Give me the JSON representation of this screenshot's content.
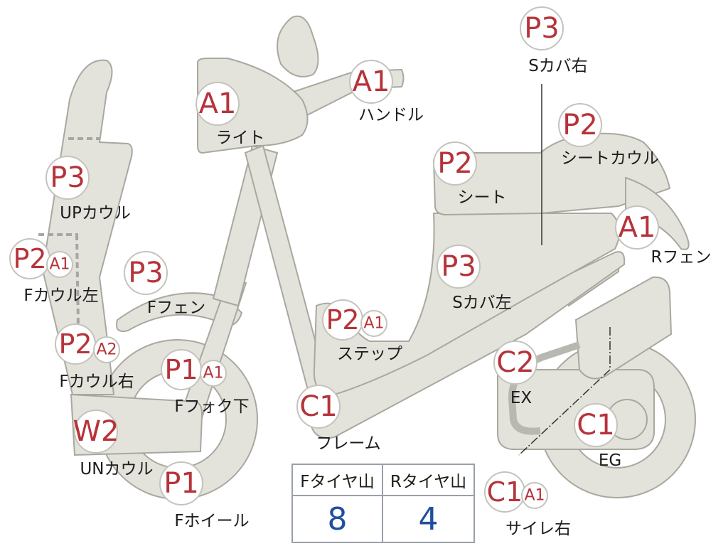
{
  "parts": [
    {
      "id": "light",
      "grade": "A1",
      "label": "ライト"
    },
    {
      "id": "handle",
      "grade": "A1",
      "label": "ハンドル"
    },
    {
      "id": "scover-right",
      "grade": "P3",
      "label": "Sカバ右"
    },
    {
      "id": "seat-cowl",
      "grade": "P2",
      "label": "シートカウル"
    },
    {
      "id": "seat",
      "grade": "P2",
      "label": "シート"
    },
    {
      "id": "r-fender",
      "grade": "A1",
      "label": "Rフェン"
    },
    {
      "id": "up-cowl",
      "grade": "P3",
      "label": "UPカウル"
    },
    {
      "id": "f-cowl-left",
      "grade": "P2",
      "grade2": "A1",
      "label": "Fカウル左"
    },
    {
      "id": "f-fender",
      "grade": "P3",
      "label": "Fフェン"
    },
    {
      "id": "scover-left",
      "grade": "P3",
      "label": "Sカバ左"
    },
    {
      "id": "step",
      "grade": "P2",
      "grade2": "A1",
      "label": "ステップ"
    },
    {
      "id": "f-cowl-right",
      "grade": "P2",
      "grade2": "A2",
      "label": "Fカウル右"
    },
    {
      "id": "f-fork-lower",
      "grade": "P1",
      "grade2": "A1",
      "label": "Fフォク下"
    },
    {
      "id": "exhaust",
      "grade": "C2",
      "label": "EX"
    },
    {
      "id": "frame",
      "grade": "C1",
      "label": "フレーム"
    },
    {
      "id": "engine",
      "grade": "C1",
      "label": "EG"
    },
    {
      "id": "under-cowl",
      "grade": "W2",
      "label": "UNカウル"
    },
    {
      "id": "f-wheel",
      "grade": "P1",
      "label": "Fホイール"
    },
    {
      "id": "muffler-right",
      "grade": "C1",
      "grade2": "A1",
      "label": "サイレ右"
    }
  ],
  "tread_table": {
    "headers": [
      "Fタイヤ山",
      "Rタイヤ山"
    ],
    "values": [
      "8",
      "4"
    ]
  },
  "colors": {
    "part_fill": "#e3e2db",
    "part_outline": "#a9a8a0",
    "grade_text": "#b6333a",
    "table_value": "#1f4f9e"
  }
}
